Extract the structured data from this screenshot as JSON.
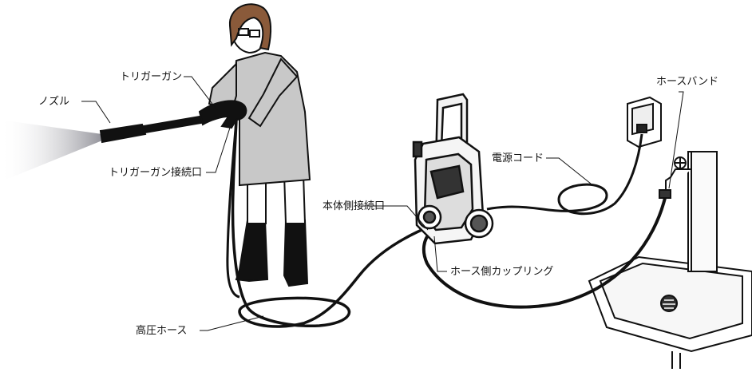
{
  "labels": {
    "nozzle": "ノズル",
    "trigger_gun": "トリガーガン",
    "trigger_gun_port": "トリガーガン接続口",
    "body_port": "本体側接続口",
    "power_cord": "電源コード",
    "hose_band": "ホースバンド",
    "hose_coupling": "ホース側カップリング",
    "high_pressure_hose": "高圧ホース"
  },
  "colors": {
    "line": "#111111",
    "coat": "#c8c8c8",
    "hair": "#8a5a3a",
    "skin": "#ffffff",
    "spray": "#9a9aa2"
  }
}
